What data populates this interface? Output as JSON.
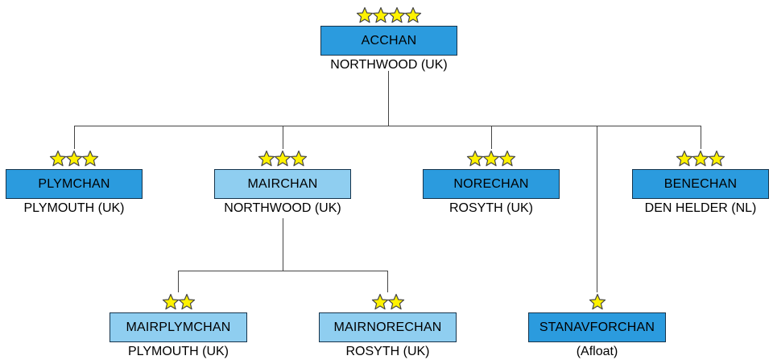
{
  "colors": {
    "box_dark": "#2b9bde",
    "box_light": "#8fcef0",
    "box_border": "#16344c",
    "line": "#444444",
    "star_fill": "#fff200",
    "star_outline": "#454545"
  },
  "nodes": [
    {
      "id": "acchan",
      "label": "ACCHAN",
      "location": "NORTHWOOD (UK)",
      "stars": 4,
      "tone": "dark"
    },
    {
      "id": "plymchan",
      "label": "PLYMCHAN",
      "location": "PLYMOUTH (UK)",
      "stars": 3,
      "tone": "dark"
    },
    {
      "id": "mairchan",
      "label": "MAIRCHAN",
      "location": "NORTHWOOD (UK)",
      "stars": 3,
      "tone": "light"
    },
    {
      "id": "norechan",
      "label": "NORECHAN",
      "location": "ROSYTH (UK)",
      "stars": 3,
      "tone": "dark"
    },
    {
      "id": "benechan",
      "label": "BENECHAN",
      "location": "DEN HELDER (NL)",
      "stars": 3,
      "tone": "dark"
    },
    {
      "id": "mairplymchan",
      "label": "MAIRPLYMCHAN",
      "location": "PLYMOUTH (UK)",
      "stars": 2,
      "tone": "light"
    },
    {
      "id": "mairnorechan",
      "label": "MAIRNORECHAN",
      "location": "ROSYTH (UK)",
      "stars": 2,
      "tone": "light"
    },
    {
      "id": "stanavforchan",
      "label": "STANAVFORCHAN",
      "location": "(Afloat)",
      "stars": 1,
      "tone": "dark"
    }
  ],
  "edges": {
    "description": "ACCHAN commands PLYMCHAN, MAIRCHAN, NORECHAN, BENECHAN and STANAVFORCHAN; MAIRCHAN commands MAIRPLYMCHAN and MAIRNORECHAN"
  }
}
